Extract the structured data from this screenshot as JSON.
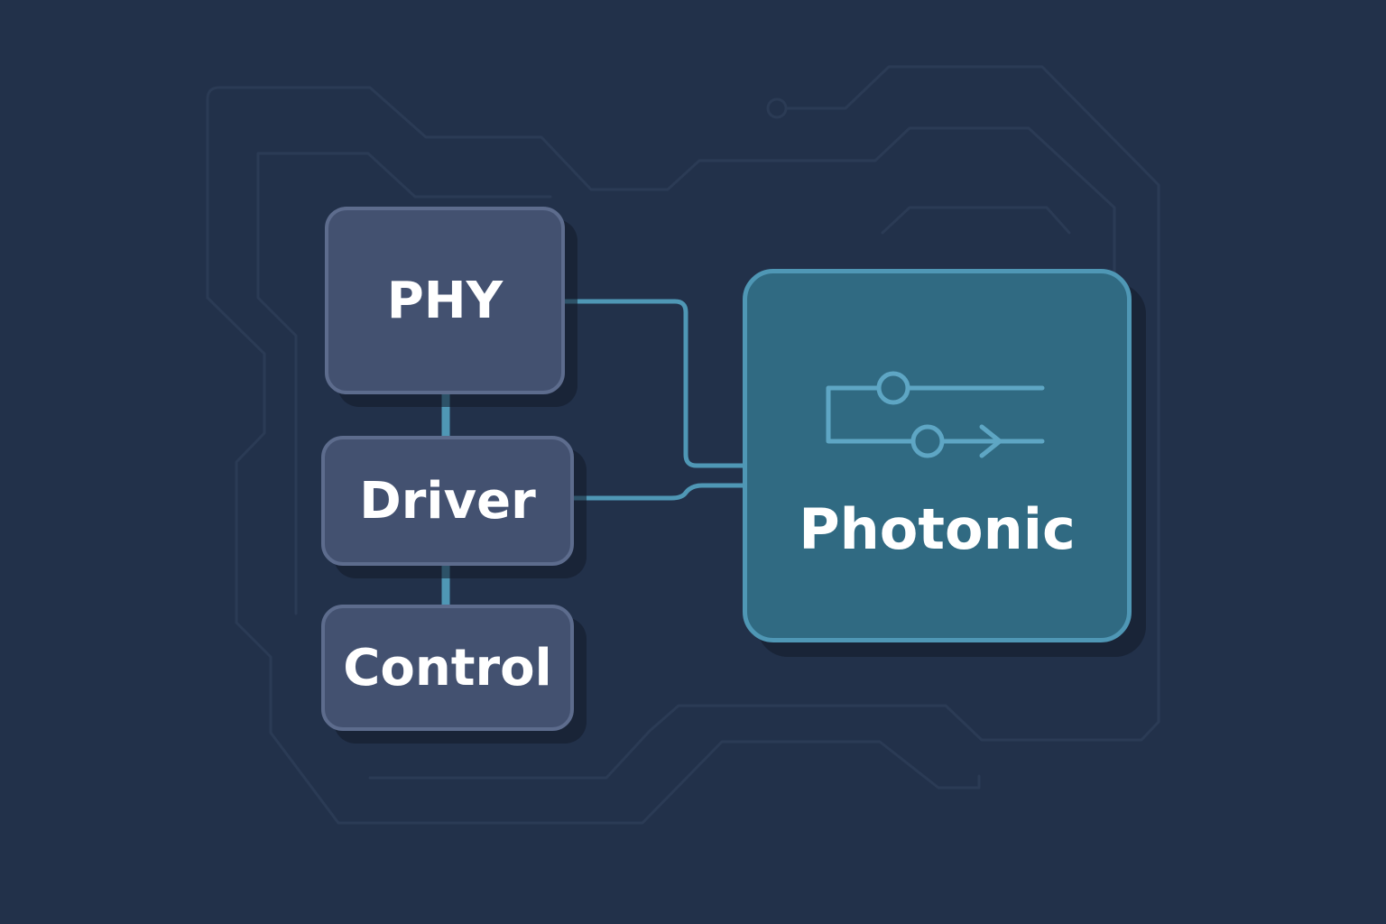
{
  "diagram": {
    "blocks": {
      "phy": {
        "label": "PHY"
      },
      "driver": {
        "label": "Driver"
      },
      "control": {
        "label": "Control"
      },
      "photonic": {
        "label": "Photonic",
        "icon": "optical-modulator-icon"
      }
    },
    "connections": [
      {
        "from": "phy",
        "to": "driver"
      },
      {
        "from": "driver",
        "to": "control"
      },
      {
        "from": "phy",
        "to": "photonic"
      },
      {
        "from": "driver",
        "to": "photonic"
      }
    ],
    "colors": {
      "background": "#22314a",
      "block_fill": "#435170",
      "block_border": "#5d6c8d",
      "photonic_fill": "#306a82",
      "photonic_border": "#4f97b5",
      "link": "#4f97b5",
      "trace": "#2b3b55"
    }
  }
}
